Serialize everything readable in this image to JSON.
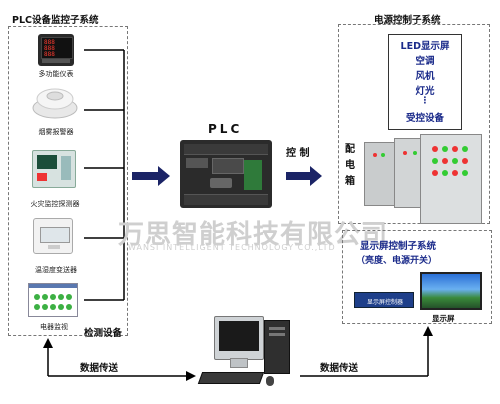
{
  "left_panel": {
    "title": "PLC设备监控子系统",
    "devices": [
      {
        "label": "多功能仪表",
        "icon": "multifunction-meter-icon"
      },
      {
        "label": "烟雾报警器",
        "icon": "smoke-detector-icon"
      },
      {
        "label": "火灾监控探测器",
        "icon": "fire-monitor-icon"
      },
      {
        "label": "温湿度变送器",
        "icon": "temp-humidity-transmitter-icon"
      },
      {
        "label": "电器监视",
        "icon": "electrical-monitor-icon"
      }
    ],
    "detect_label": "检测设备"
  },
  "center": {
    "plc_label": "PLC",
    "control_label": "控 制",
    "box_label": "配电箱"
  },
  "right_panel": {
    "title": "电源控制子系统",
    "list": [
      "LED显示屏",
      "空调",
      "风机",
      "灯光",
      "⋮",
      "受控设备"
    ]
  },
  "display_panel": {
    "title": "显示屏控制子系统",
    "subtitle": "（亮度、电源开关）",
    "controller_label": "显示屏控制器",
    "screen_label": "显示屏"
  },
  "watermark": {
    "main": "万思智能科技有限公司",
    "sub": "WANSI INTELLIGENT TECHNOLOGY CO.,LTD"
  },
  "bottom": {
    "data_left": "数据传送",
    "data_right": "数据传送"
  },
  "colors": {
    "arrow": "#1b2466",
    "line": "#000000",
    "accent_blue": "#1a2a8a"
  }
}
